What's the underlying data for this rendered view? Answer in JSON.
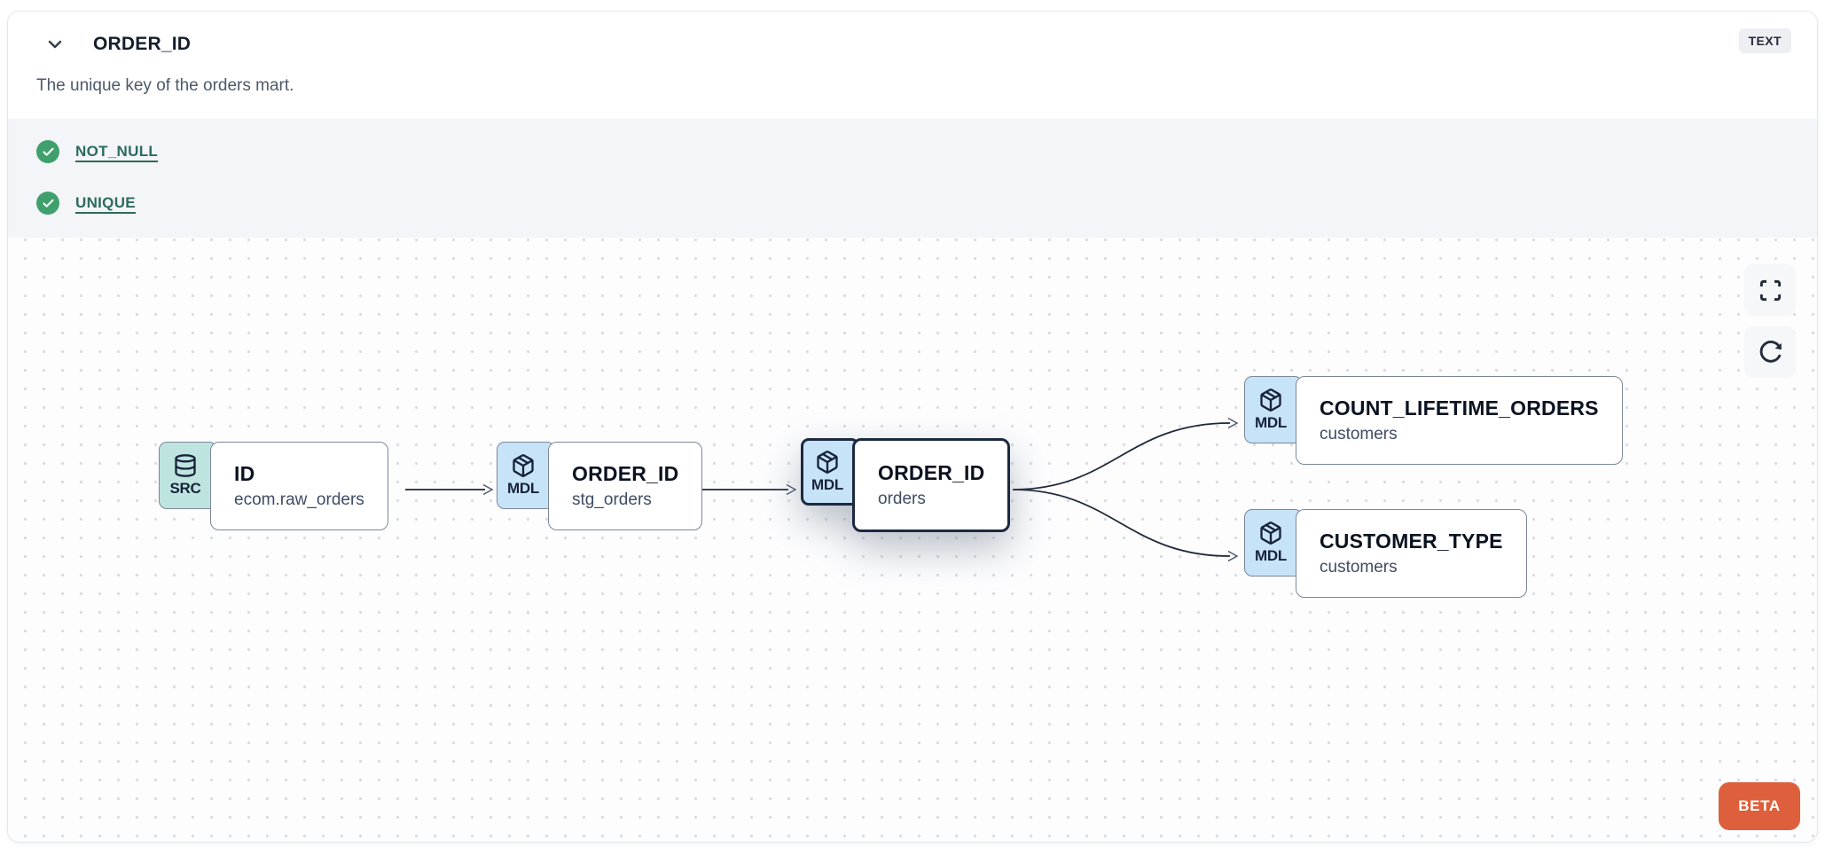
{
  "header": {
    "title": "ORDER_ID",
    "type_badge": "TEXT",
    "description": "The unique key of the orders mart."
  },
  "tests": [
    {
      "label": "NOT_NULL",
      "status": "pass"
    },
    {
      "label": "UNIQUE",
      "status": "pass"
    }
  ],
  "lineage": {
    "nodes": [
      {
        "id": "src-id",
        "badge": "SRC",
        "icon": "database-icon",
        "title": "ID",
        "subtitle": "ecom.raw_orders",
        "selected": false
      },
      {
        "id": "stg-order-id",
        "badge": "MDL",
        "icon": "package-icon",
        "title": "ORDER_ID",
        "subtitle": "stg_orders",
        "selected": false
      },
      {
        "id": "orders-order-id",
        "badge": "MDL",
        "icon": "package-icon",
        "title": "ORDER_ID",
        "subtitle": "orders",
        "selected": true
      },
      {
        "id": "count-lifetime-orders",
        "badge": "MDL",
        "icon": "package-icon",
        "title": "COUNT_LIFETIME_ORDERS",
        "subtitle": "customers",
        "selected": false
      },
      {
        "id": "customer-type",
        "badge": "MDL",
        "icon": "package-icon",
        "title": "CUSTOMER_TYPE",
        "subtitle": "customers",
        "selected": false
      }
    ],
    "edges": [
      {
        "from": "src-id",
        "to": "stg-order-id"
      },
      {
        "from": "stg-order-id",
        "to": "orders-order-id"
      },
      {
        "from": "orders-order-id",
        "to": "count-lifetime-orders"
      },
      {
        "from": "orders-order-id",
        "to": "customer-type"
      }
    ],
    "beta_label": "BETA"
  },
  "colors": {
    "accent": "#DE5F3B",
    "link": "#2D6A5E",
    "check-green": "#3FA06C",
    "badge-blue": "#C6E3F8",
    "badge-teal": "#BDE4DE",
    "selected-border": "#1C2940"
  }
}
